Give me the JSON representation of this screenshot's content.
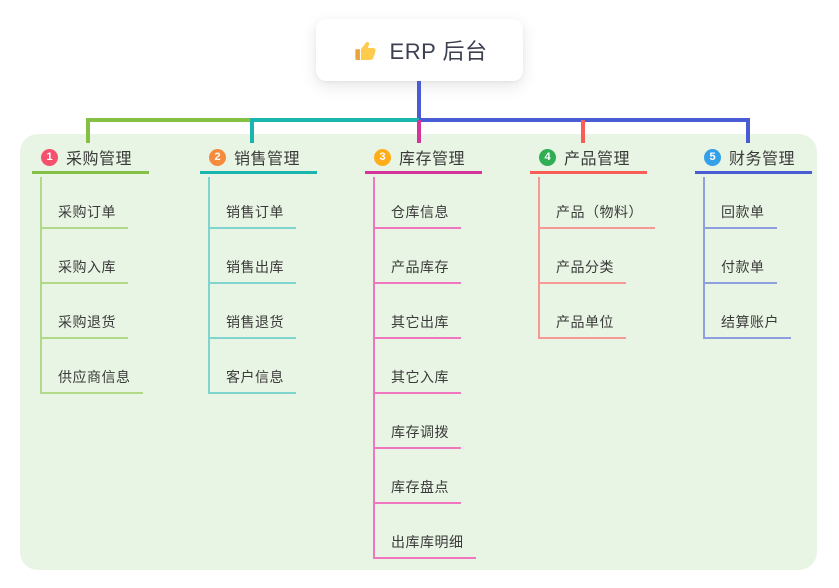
{
  "root": {
    "title": "ERP 后台",
    "icon": "thumbs-up-icon"
  },
  "canvas": {
    "panel_background": "#E9F5E4",
    "page_background": "#FFFFFF"
  },
  "connector": {
    "root_line_color": "#4A5CD3"
  },
  "branches": [
    {
      "badge": "1",
      "label": "采购管理",
      "badge_color": "#F4516F",
      "line_color": "#83C043",
      "line_light": "#B2D98A",
      "children": [
        "采购订单",
        "采购入库",
        "采购退货",
        "供应商信息"
      ]
    },
    {
      "badge": "2",
      "label": "销售管理",
      "badge_color": "#F78B3D",
      "line_color": "#1AB5AD",
      "line_light": "#7FD4CD",
      "children": [
        "销售订单",
        "销售出库",
        "销售退货",
        "客户信息"
      ]
    },
    {
      "badge": "3",
      "label": "库存管理",
      "badge_color": "#FFAE1A",
      "line_color": "#D4359B",
      "line_light": "#EF76BF",
      "children": [
        "仓库信息",
        "产品库存",
        "其它出库",
        "其它入库",
        "库存调拨",
        "库存盘点",
        "出库库明细"
      ]
    },
    {
      "badge": "4",
      "label": "产品管理",
      "badge_color": "#2FAE53",
      "line_color": "#F95D57",
      "line_light": "#F59A93",
      "children": [
        "产品（物料）",
        "产品分类",
        "产品单位"
      ]
    },
    {
      "badge": "5",
      "label": "财务管理",
      "badge_color": "#34A0E8",
      "line_color": "#4A5CD3",
      "line_light": "#8D9FDD",
      "children": [
        "回款单",
        "付款单",
        "结算账户"
      ]
    }
  ]
}
